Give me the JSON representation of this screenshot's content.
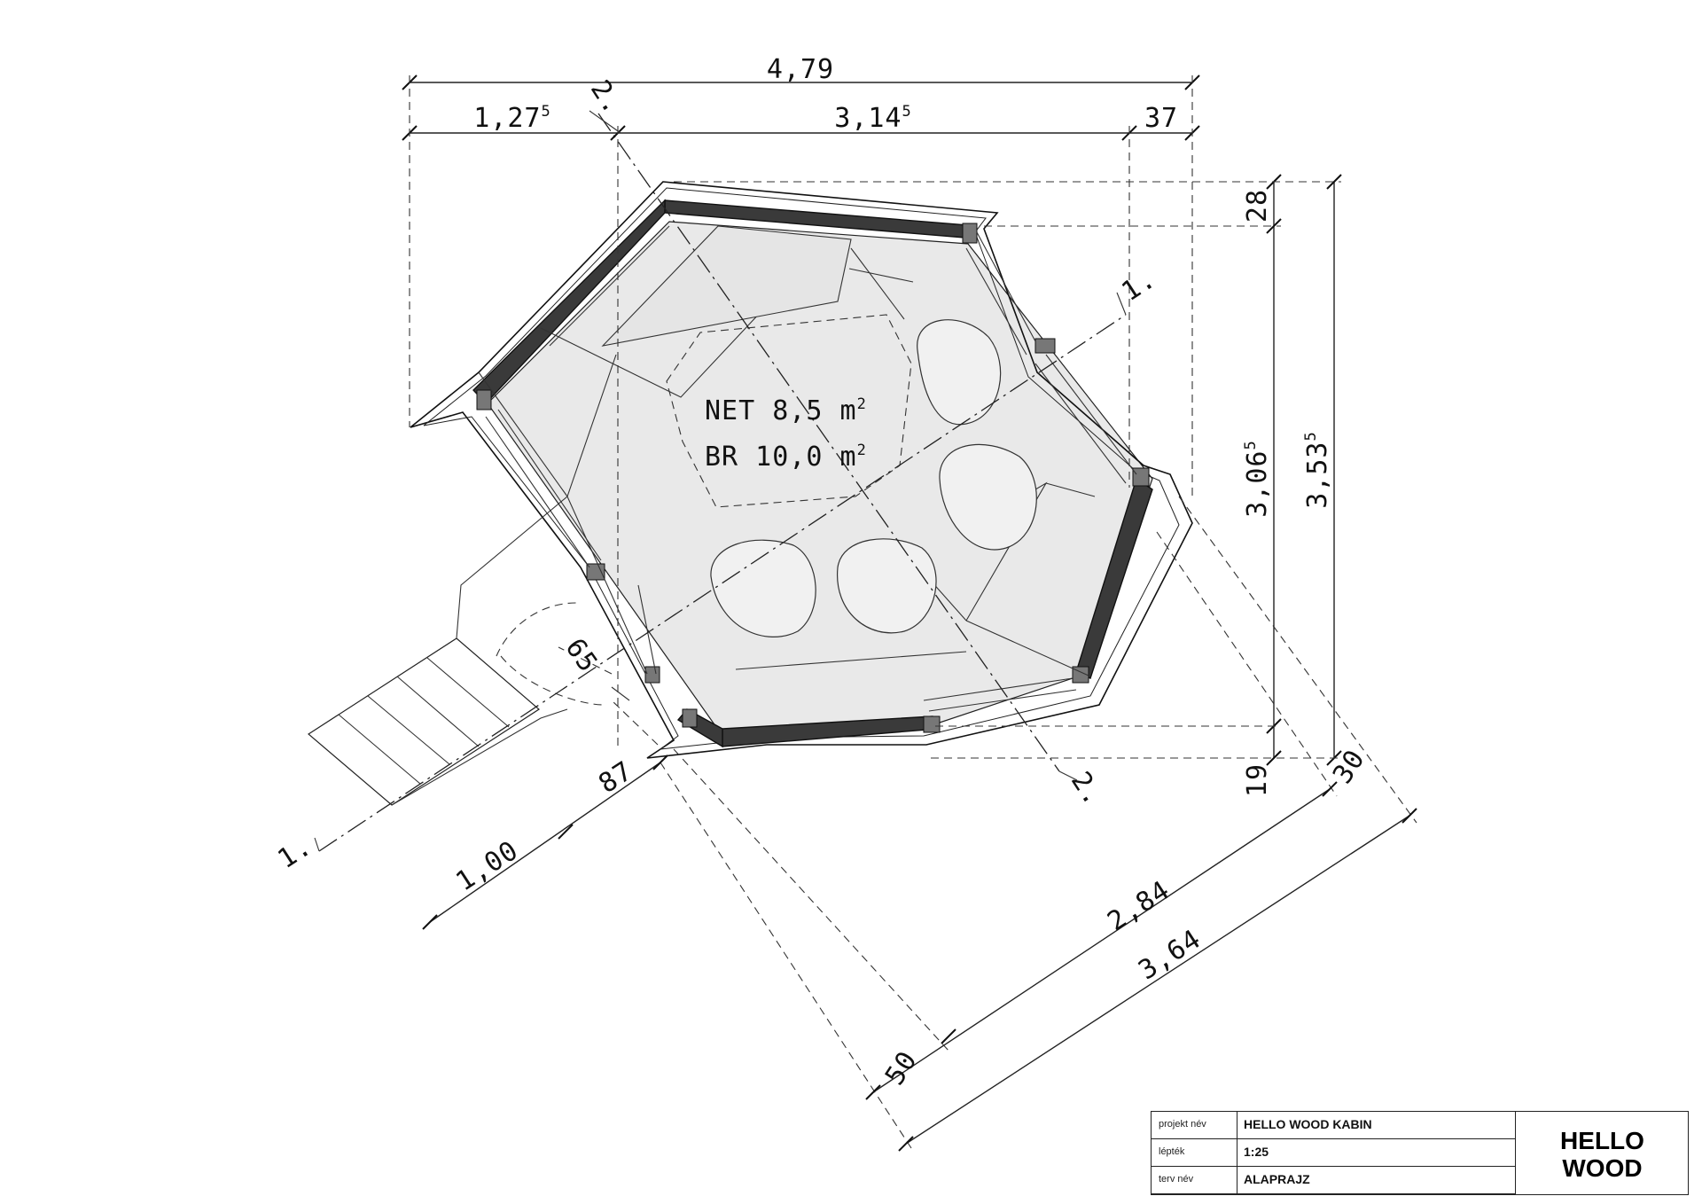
{
  "dimensions": {
    "top_total": "4,79",
    "top_left_main": "1,27",
    "top_left_sup": "5",
    "top_mid_main": "3,14",
    "top_mid_sup": "5",
    "top_right": "37",
    "right_top": "28",
    "right_mid_main": "3,06",
    "right_mid_sup": "5",
    "right_total_main": "3,53",
    "right_total_sup": "5",
    "right_bottom": "19",
    "diag_30": "30",
    "diag_284": "2,84",
    "diag_364": "3,64",
    "diag_50": "50",
    "left_100": "1,00",
    "left_87": "87",
    "door_65": "65"
  },
  "axes": {
    "axis1_top": "1.",
    "axis1_bottom": "1.",
    "axis2_top": "2.",
    "axis2_bottom": "2."
  },
  "area": {
    "net_label": "NET 8,5 m",
    "net_sup": "2",
    "br_label": "BR 10,0 m",
    "br_sup": "2"
  },
  "title_block": {
    "rows": [
      {
        "label": "projekt név",
        "value": "HELLO WOOD KABIN"
      },
      {
        "label": "lépték",
        "value": "1:25"
      },
      {
        "label": "terv név",
        "value": "ALAPRAJZ"
      }
    ],
    "brand_line1": "HELLO",
    "brand_line2": "WOOD"
  }
}
